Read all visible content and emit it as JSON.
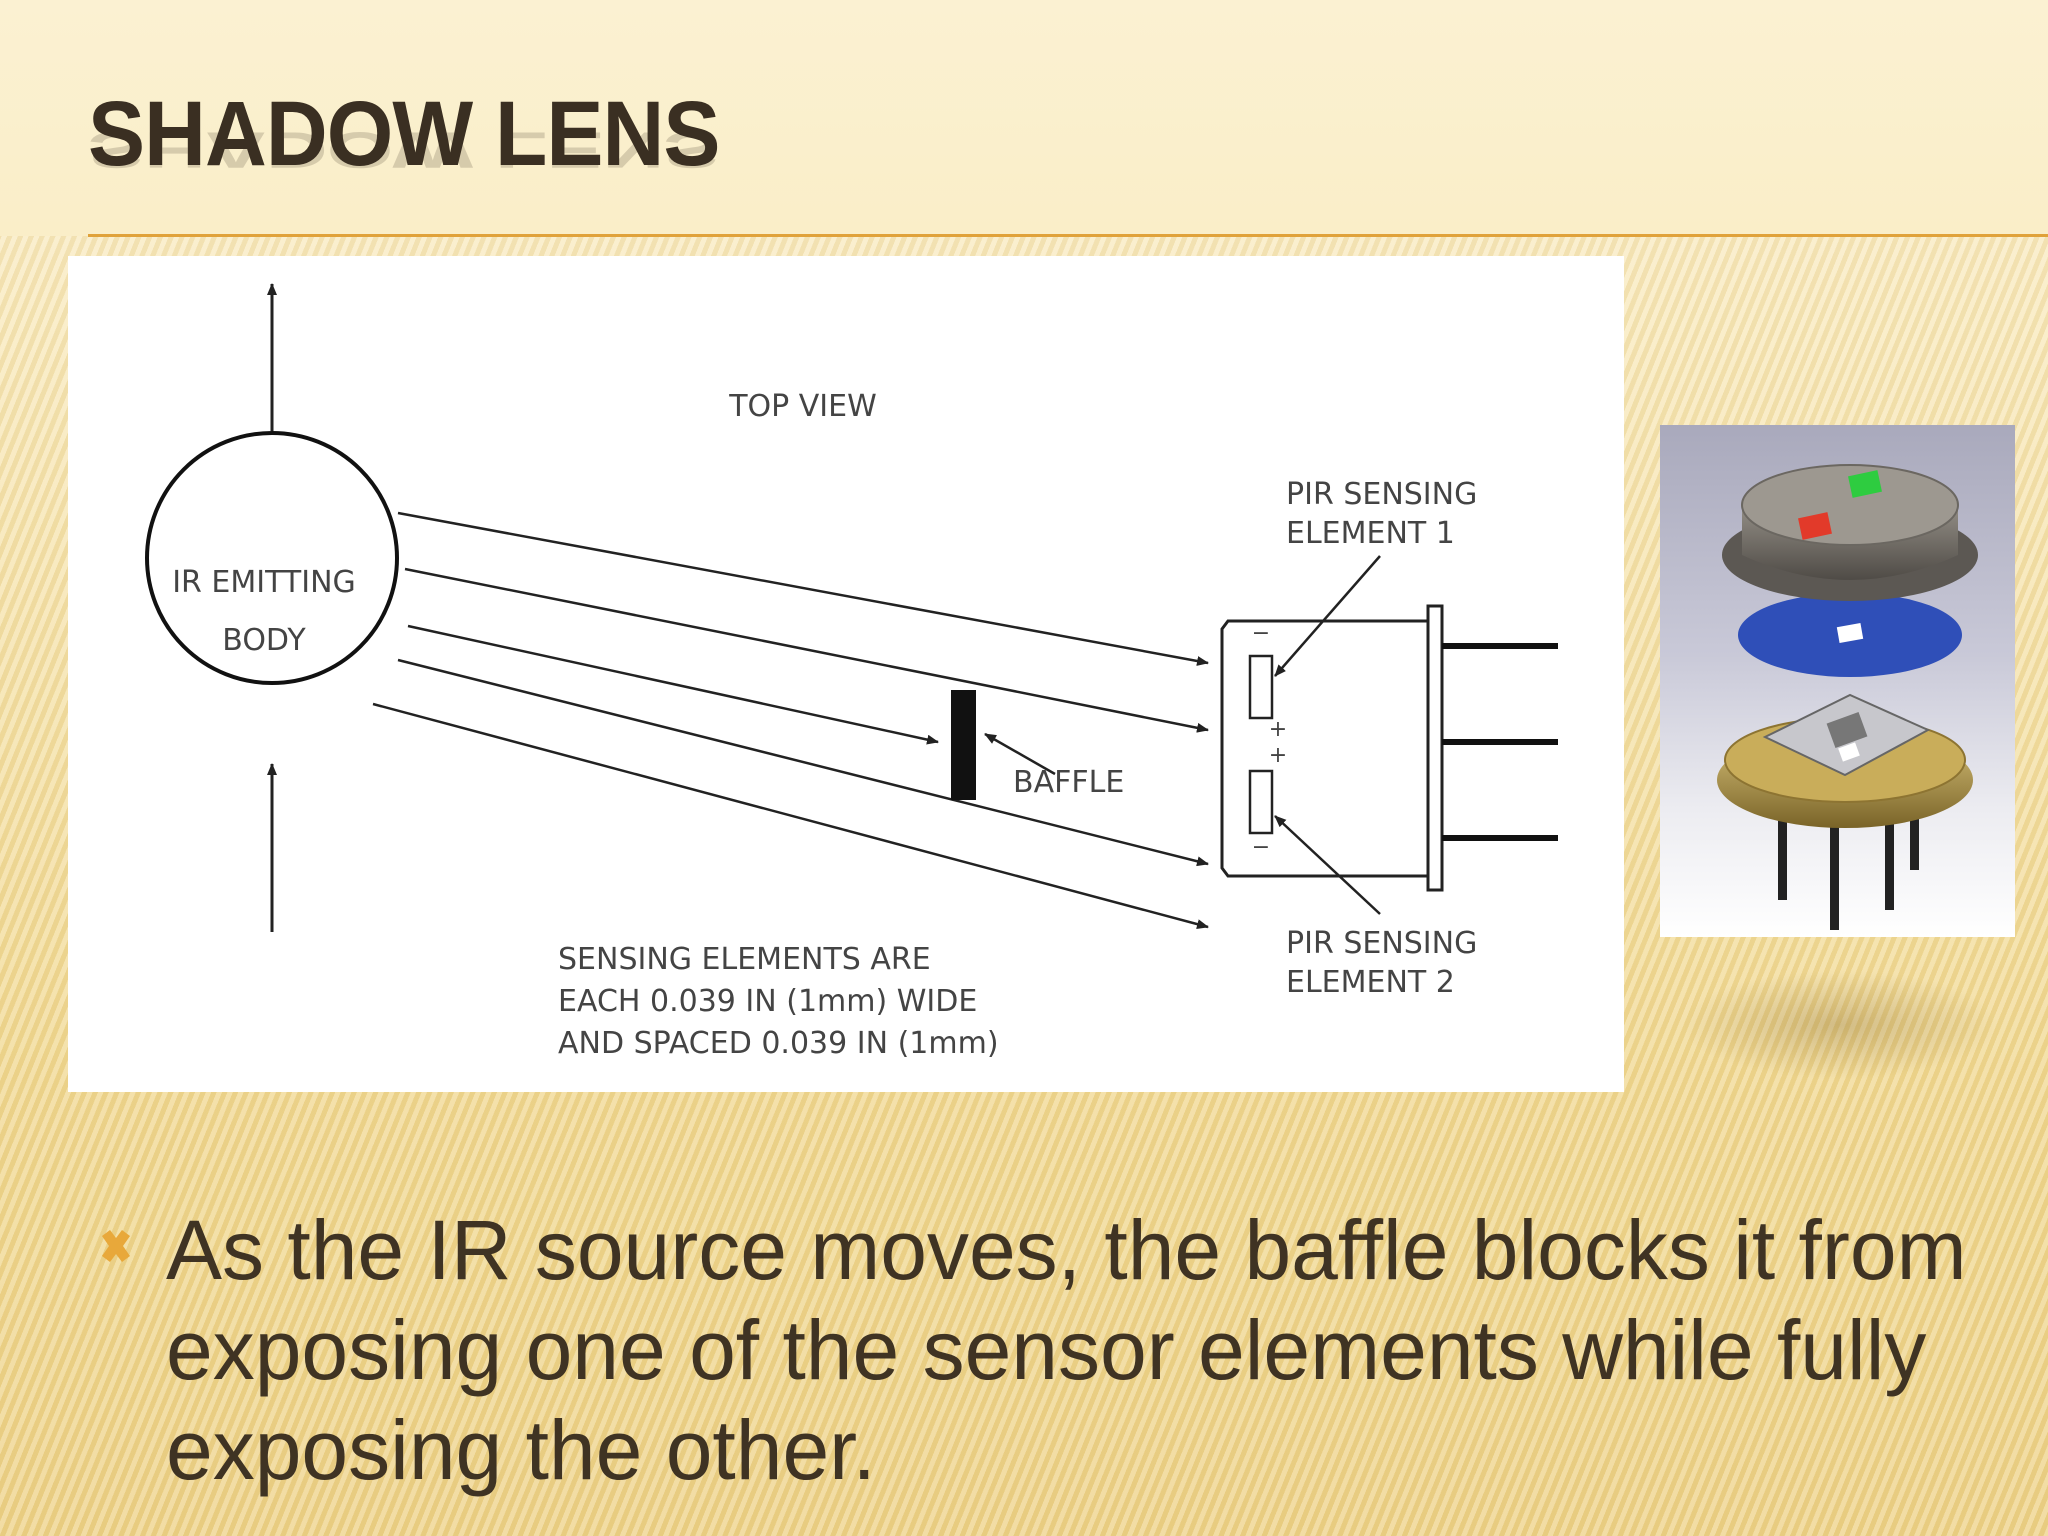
{
  "slide": {
    "title": "SHADOW LENS",
    "bullet": "As the IR source moves, the baffle blocks it from exposing one of the sensor elements while fully exposing the other."
  },
  "diagram": {
    "top_view_label": "TOP VIEW",
    "body_label_line1": "IR EMITTING",
    "body_label_line2": "BODY",
    "baffle_label": "BAFFLE",
    "element1_line1": "PIR SENSING",
    "element1_line2": "ELEMENT 1",
    "element2_line1": "PIR SENSING",
    "element2_line2": "ELEMENT 2",
    "note_line1": "SENSING ELEMENTS ARE",
    "note_line2": "EACH 0.039 IN (1mm) WIDE",
    "note_line3": "AND SPACED 0.039 IN (1mm)",
    "minus_sign": "−",
    "plus_sign": "+"
  },
  "photo": {
    "subject": "PIR sensor exploded view"
  },
  "colors": {
    "accent": "#e0a23a",
    "title_text": "#3a2f22",
    "body_text": "#3f3323",
    "bullet_icon": "#e8a83a"
  },
  "icons": {
    "bullet": "x-mark-icon"
  }
}
